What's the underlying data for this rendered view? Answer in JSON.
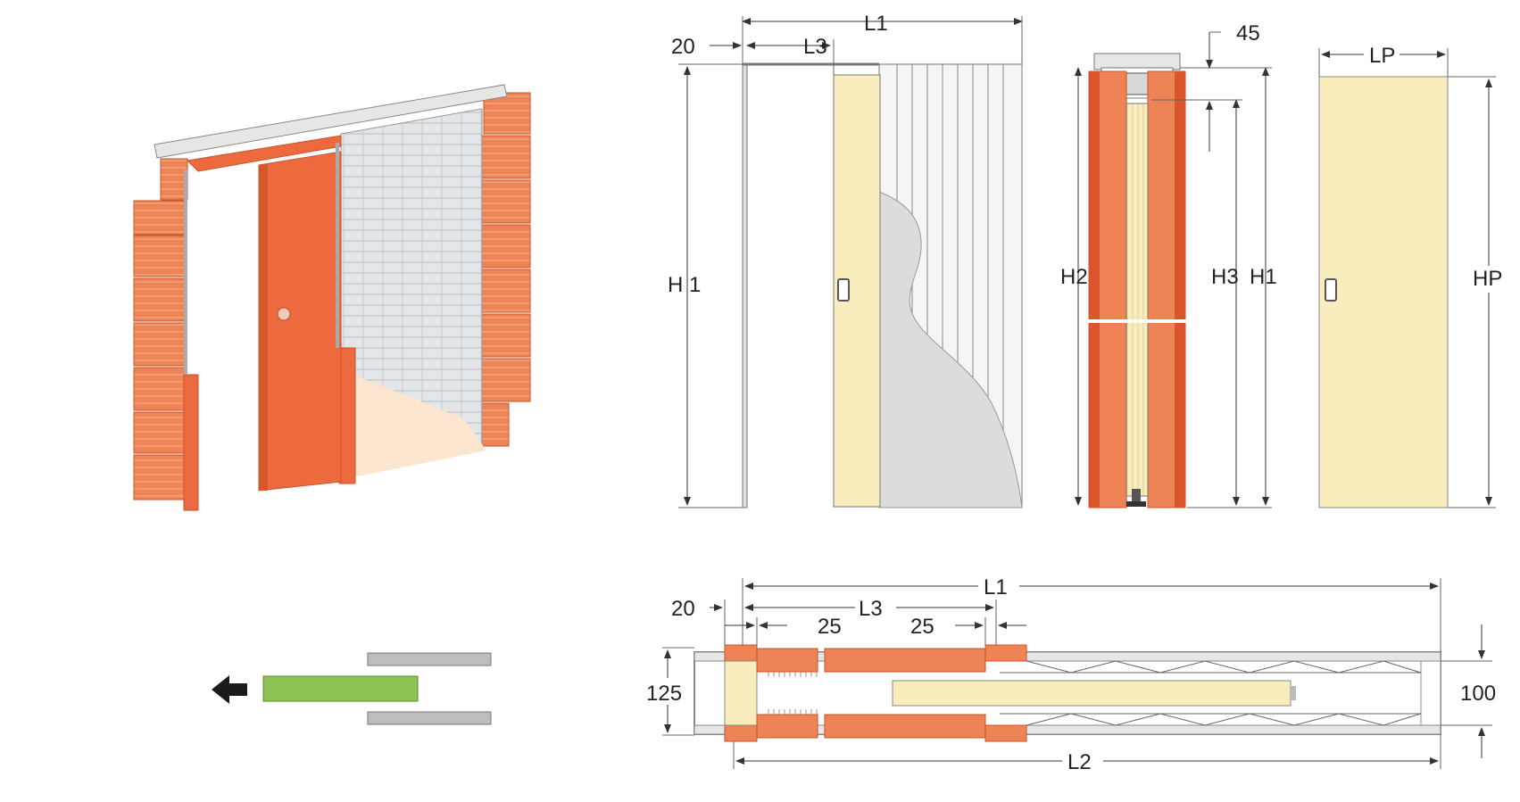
{
  "colors": {
    "brick": "#ee8455",
    "brick_dark": "#c9532a",
    "door": "#ec6a3d",
    "door_shade": "#d9552a",
    "panel": "#f9ecbd",
    "frame_grey": "#d9d9d9",
    "mesh_grey": "#cfd3d6",
    "plaster": "#d8d8d8",
    "floor": "#fde6cf",
    "arrow_green": "#8fc454",
    "arrow_black": "#1a1a1a",
    "line": "#333333"
  },
  "icons": {
    "sliding_direction": "left-arrow-icon",
    "handle": "recessed-handle-icon"
  },
  "front_view": {
    "L1": "L1",
    "L3": "L3",
    "twenty": "20",
    "H1": "H 1"
  },
  "side_section": {
    "forty_five": "45",
    "H2": "H2",
    "H3": "H3",
    "H1": "H1"
  },
  "door_leaf": {
    "LP": "LP",
    "HP": "HP"
  },
  "plan_section": {
    "L1": "L1",
    "L2": "L2",
    "L3": "L3",
    "twenty": "20",
    "twenty_five_left": "25",
    "twenty_five_right": "25",
    "one_two_five": "125",
    "one_hundred": "100"
  }
}
